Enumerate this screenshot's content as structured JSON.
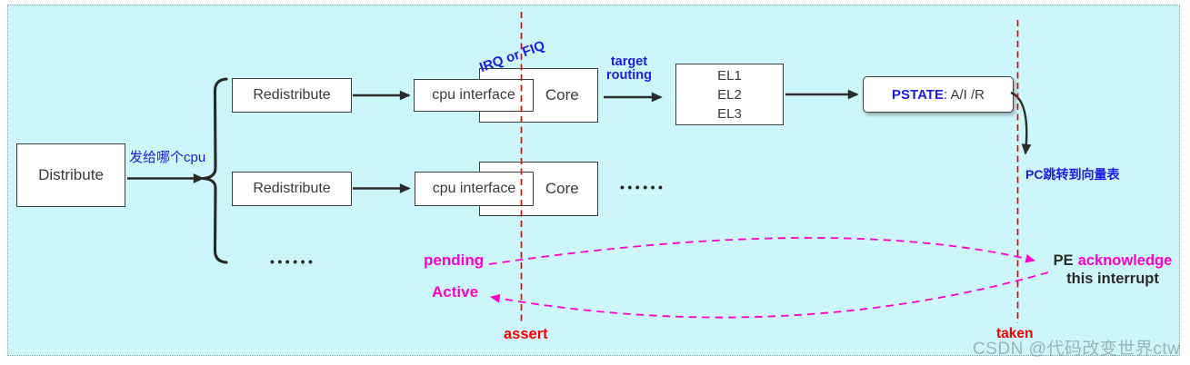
{
  "colors": {
    "background": "#ccf6f9",
    "frame_border": "#9a9a9a",
    "box_fill": "#ffffff",
    "box_border": "#3f3f3f",
    "text_dark": "#3a3a3a",
    "blue": "#1c1ce0",
    "magenta": "#ff00cc",
    "red": "#f50000",
    "arrow_black": "#2b2b2b",
    "watermark_gray": "#95a3a4"
  },
  "boxes": {
    "distribute": "Distribute",
    "redistribute_top": "Redistribute",
    "redistribute_bottom": "Redistribute",
    "cpu_interface_top": "cpu interface",
    "cpu_interface_bottom": "cpu interface",
    "core_top": "Core",
    "core_bottom": "Core",
    "el": {
      "line1": "EL1",
      "line2": "EL2",
      "line3": "EL3"
    },
    "pstate": {
      "label": "PSTATE",
      "suffix": ": A/I /R"
    }
  },
  "labels": {
    "which_cpu": "发给哪个cpu",
    "irq_or_fiq": "IRQ or FIQ",
    "target_line1": "target",
    "target_line2": "routing",
    "pc_jump": "PC跳转到向量表",
    "pending": "pending",
    "active": "Active",
    "pe": "PE",
    "acknowledge": "acknowledge",
    "this_interrupt": "this interrupt",
    "assert": "assert",
    "taken": "taken",
    "ellipsis_left": "••••••",
    "ellipsis_middle": "••••••"
  },
  "watermark": "CSDN @代码改变世界ctw"
}
